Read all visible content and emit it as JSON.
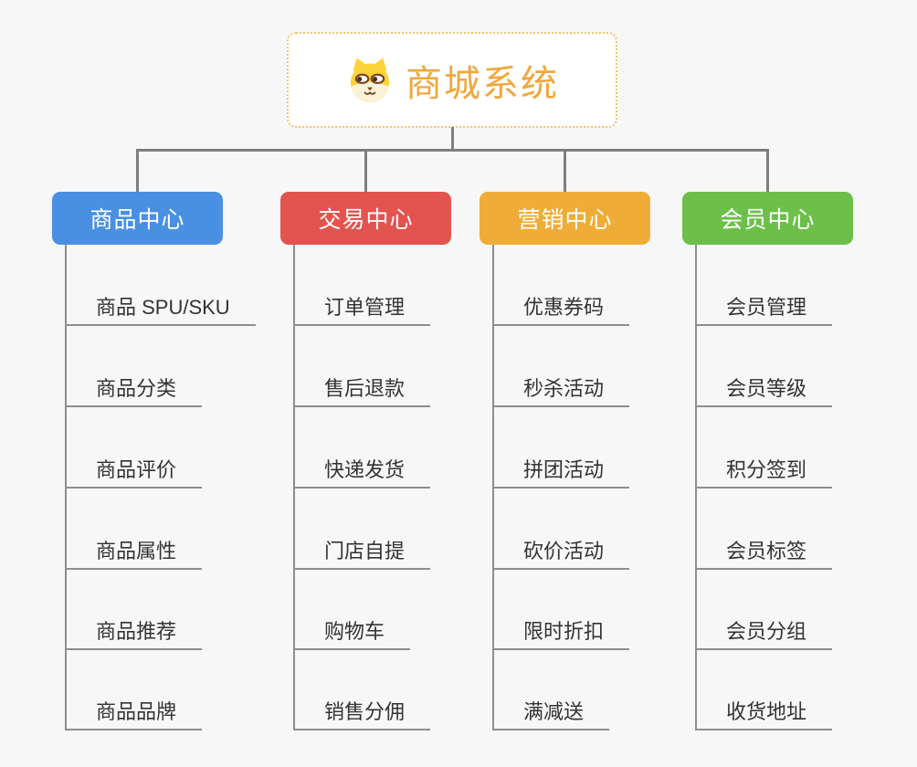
{
  "root": {
    "title": "商城系统",
    "icon": "dog-face-icon"
  },
  "branches": [
    {
      "label": "商品中心",
      "color": "#4a90e2",
      "children": [
        "商品 SPU/SKU",
        "商品分类",
        "商品评价",
        "商品属性",
        "商品推荐",
        "商品品牌"
      ]
    },
    {
      "label": "交易中心",
      "color": "#e3544f",
      "children": [
        "订单管理",
        "售后退款",
        "快递发货",
        "门店自提",
        "购物车",
        "销售分佣"
      ]
    },
    {
      "label": "营销中心",
      "color": "#efad37",
      "children": [
        "优惠券码",
        "秒杀活动",
        "拼团活动",
        "砍价活动",
        "限时折扣",
        "满减送"
      ]
    },
    {
      "label": "会员中心",
      "color": "#6cc04a",
      "children": [
        "会员管理",
        "会员等级",
        "积分签到",
        "会员标签",
        "会员分组",
        "收货地址"
      ]
    }
  ],
  "colors": {
    "background": "#f7f7f7",
    "connector": "#7e7e7e",
    "underline": "#8e8e8e",
    "text": "#333333",
    "root_accent": "#f0a73c",
    "root_border": "#f2c36b"
  }
}
